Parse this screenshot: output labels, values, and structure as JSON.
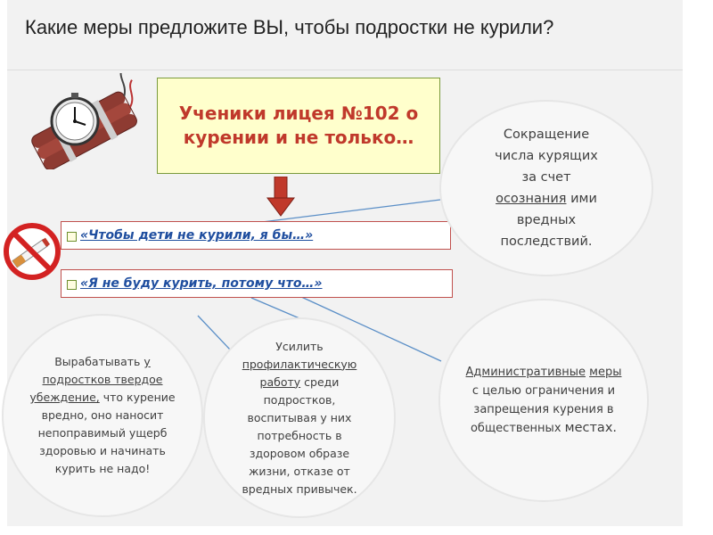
{
  "slide": {
    "title": "Какие меры предложите ВЫ, чтобы подростки не курили?",
    "header_box": "Ученики лицея №102 о курении и не только…",
    "prompt_1": "«Чтобы дети не курили, я бы…»",
    "prompt_2": "«Я не буду курить, потому что…»",
    "circles": {
      "top_right": {
        "line1": "Сокращение",
        "line2": "числа курящих",
        "line3": "за счет",
        "line4_u": "осознания",
        "line4_rest": " ими",
        "line5": "вредных",
        "line6": "последствий."
      },
      "bottom_right": {
        "part1_u": "Административные",
        "part2_u": "меры",
        "part3": " с целью ограничения и запрещения курения в общественных ",
        "part4": "местах."
      },
      "bottom_middle": {
        "part1": "Усилить ",
        "part2_u": "профилактическую работу",
        "part3": " среди подростков, воспитывая у них потребность в здоровом образе жизни, отказе от вредных привычек."
      },
      "bottom_left": {
        "part1": "Вырабатывать ",
        "part2_u": "у подростков твердое убеждение,",
        "part3": " что курение вредно, оно наносит непоправимый ущерб здоровью и начинать курить не надо!"
      }
    }
  },
  "colors": {
    "header_text": "#c0392b",
    "header_bg": "#ffffcc",
    "prompt_text": "#1f4e9f",
    "prompt_border": "#c0504d",
    "arrow": "#c0392b"
  },
  "icons": [
    "dynamite-clock-bomb-image",
    "no-smoking-sign-icon",
    "down-arrow-icon"
  ]
}
